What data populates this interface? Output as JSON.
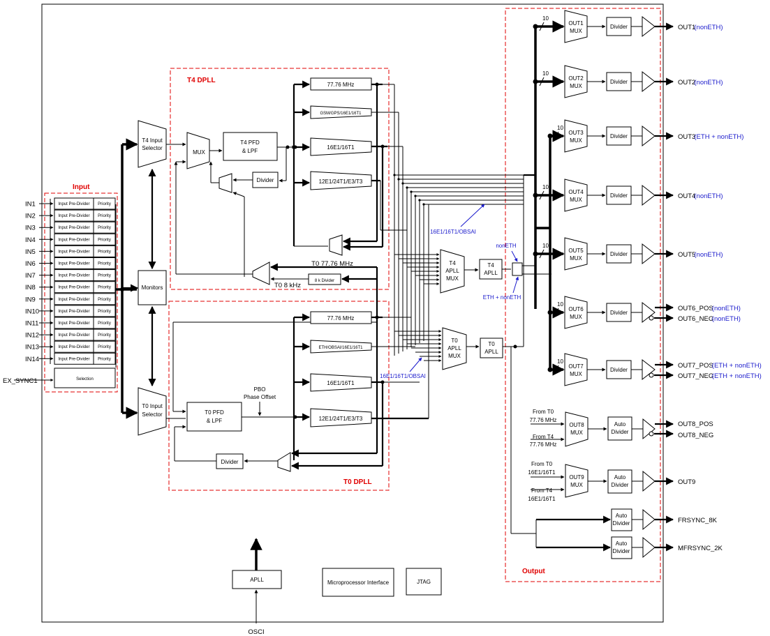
{
  "sections": {
    "input": "Input",
    "t4dpll": "T4 DPLL",
    "t0dpll": "T0 DPLL",
    "output": "Output"
  },
  "inputs": [
    "IN1",
    "IN2",
    "IN3",
    "IN4",
    "IN5",
    "IN6",
    "IN7",
    "IN8",
    "IN9",
    "IN10",
    "IN11",
    "IN12",
    "IN13",
    "IN14"
  ],
  "ex_sync": "EX_SYNC1",
  "input_block": {
    "predivider": "Input Pre-Divider",
    "priority": "Priority",
    "selection": "Selection"
  },
  "selectors": {
    "t4_l1": "T4 Input",
    "t4_l2": "Selector",
    "t0_l1": "T0 Input",
    "t0_l2": "Selector",
    "monitors": "Monitors"
  },
  "t4": {
    "mux": "MUX",
    "pfd_l1": "T4 PFD",
    "pfd_l2": "& LPF",
    "divider": "Divider",
    "out_776": "77.76 MHz",
    "out_gsm": "GSM/GPS/16E1/16T1",
    "out_16e1": "16E1/16T1",
    "out_12e1": "12E1/24T1/E3/T3",
    "t0_776": "T0 77.76 MHz",
    "t0_8k": "T0 8 kHz",
    "div8k": "8 k Divider"
  },
  "t0": {
    "pfd_l1": "T0 PFD",
    "pfd_l2": "& LPF",
    "pbo_l1": "PBO",
    "pbo_l2": "Phase Offset",
    "out_776": "77.76 MHz",
    "out_eth": "ETH/OBSAI/16E1/16T1",
    "out_16e1": "16E1/16T1",
    "out_12e1": "12E1/24T1/E3/T3",
    "divider": "Divider"
  },
  "apll": {
    "t4mux": [
      "T4",
      "APLL",
      "MUX"
    ],
    "t0mux": [
      "T0",
      "APLL",
      "MUX"
    ],
    "t4apll": [
      "T4",
      "APLL"
    ],
    "t0apll": [
      "T0",
      "APLL"
    ],
    "anno_16e1_top": "16E1/16T1/OBSAI",
    "anno_16e1_bot": "16E1/16T1/OBSAI",
    "anno_noneth": "nonETH",
    "anno_eth": "ETH + nonETH"
  },
  "bus_width": "10",
  "out_mux": [
    {
      "l1": "OUT1",
      "l2": "MUX",
      "div": "Divider",
      "name": "OUT1",
      "type": "(nonETH)"
    },
    {
      "l1": "OUT2",
      "l2": "MUX",
      "div": "Divider",
      "name": "OUT2",
      "type": "(nonETH)"
    },
    {
      "l1": "OUT3",
      "l2": "MUX",
      "div": "Divider",
      "name": "OUT3",
      "type": "(ETH + nonETH)"
    },
    {
      "l1": "OUT4",
      "l2": "MUX",
      "div": "Divider",
      "name": "OUT4",
      "type": "(nonETH)"
    },
    {
      "l1": "OUT5",
      "l2": "MUX",
      "div": "Divider",
      "name": "OUT5",
      "type": "(nonETH)"
    },
    {
      "l1": "OUT6",
      "l2": "MUX",
      "div": "Divider",
      "name": "OUT6_POS",
      "name2": "OUT6_NEG",
      "type": "(nonETH)",
      "type2": "(nonETH)"
    },
    {
      "l1": "OUT7",
      "l2": "MUX",
      "div": "Divider",
      "name": "OUT7_POS",
      "name2": "OUT7_NEG",
      "type": "(ETH + nonETH)",
      "type2": "(ETH + nonETH)"
    }
  ],
  "out8": {
    "l1": "OUT8",
    "l2": "MUX",
    "div_l1": "Auto",
    "div_l2": "Divider",
    "name": "OUT8_POS",
    "name2": "OUT8_NEG",
    "src1_l1": "From T0",
    "src1_l2": "77.76 MHz",
    "src2_l1": "From T4",
    "src2_l2": "77.76 MHz"
  },
  "out9": {
    "l1": "OUT9",
    "l2": "MUX",
    "div_l1": "Auto",
    "div_l2": "Divider",
    "name": "OUT9",
    "src1_l1": "From T0",
    "src1_l2": "16E1/16T1",
    "src2_l1": "From T4",
    "src2_l2": "16E1/16T1"
  },
  "frsync": {
    "div_l1": "Auto",
    "div_l2": "Divider",
    "name": "FRSYNC_8K"
  },
  "mfrsync": {
    "div_l1": "Auto",
    "div_l2": "Divider",
    "name": "MFRSYNC_2K"
  },
  "bottom": {
    "apll": "APLL",
    "upi": "Microprocessor Interface",
    "jtag": "JTAG",
    "osci": "OSCI"
  }
}
